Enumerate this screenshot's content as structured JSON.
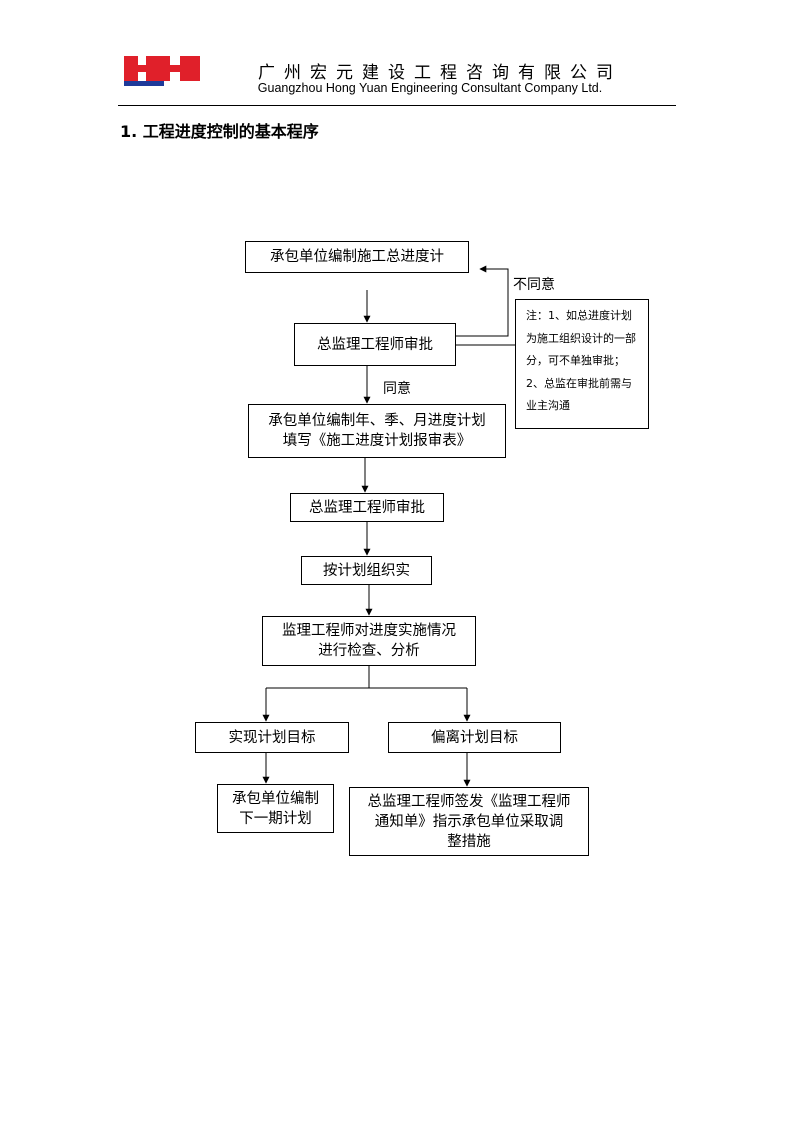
{
  "header": {
    "company_cn": "广州宏元建设工程咨询有限公司",
    "company_en": "Guangzhou Hong Yuan Engineering Consultant Company Ltd."
  },
  "section": {
    "title": "1.  工程进度控制的基本程序"
  },
  "flowchart": {
    "step1": "承包单位编制施工总进度计",
    "step2": "总监理工程师审批",
    "step3": "承包单位编制年、季、月进度计划\n填写《施工进度计划报审表》",
    "step4": "总监理工程师审批",
    "step5": "按计划组织实",
    "step6": "监理工程师对进度实施情况\n进行检查、分析",
    "step7_left": "实现计划目标",
    "step7_right": "偏离计划目标",
    "step8_left": "承包单位编制\n下一期计划",
    "step8_right": "总监理工程师签发《监理工程师\n通知单》指示承包单位采取调\n整措施",
    "label_disagree": "不同意",
    "label_agree": "同意",
    "note": "注：1、如总进度计划为施工组织设计的一部分，可不单独审批；2、总监在审批前需与业主沟通"
  },
  "colors": {
    "logo_red": "#e0202a",
    "logo_blue": "#1e3a9a"
  }
}
